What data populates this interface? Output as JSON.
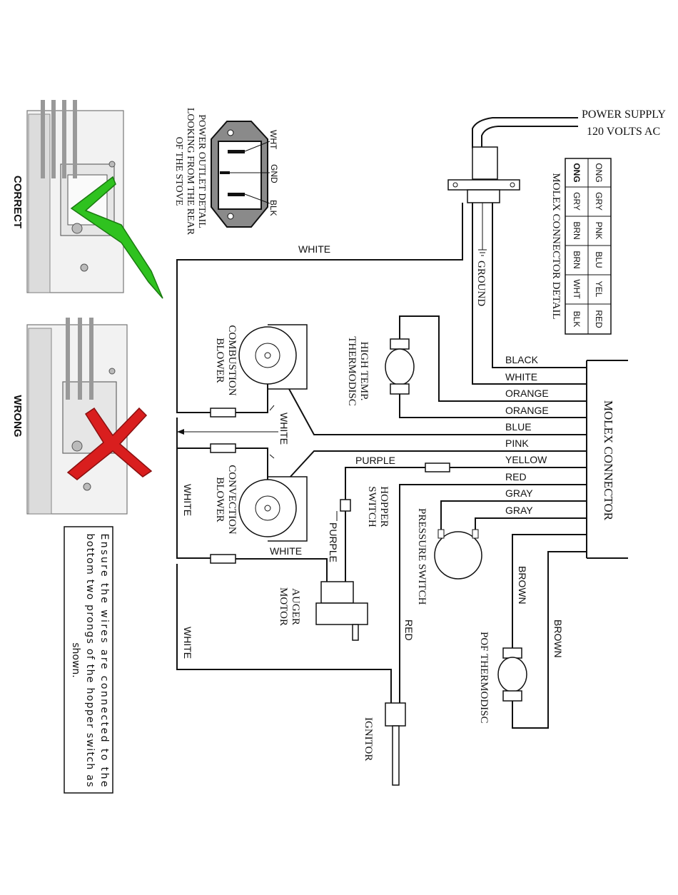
{
  "correct_label": "CORRECT",
  "wrong_label": "WRONG",
  "outlet": {
    "title_line1": "POWER OUTLET DETAIL",
    "title_line2": "LOOKING FROM THE REAR",
    "title_line3": "OF THE STOVE",
    "wht": "WHT",
    "gnd": "GND",
    "blk": "BLK"
  },
  "power_supply": {
    "line1": "POWER SUPPLY",
    "line2": "120 VOLTS AC"
  },
  "molex_detail": {
    "title": "MOLEX CONNECTOR DETAIL",
    "row1": [
      "ONG",
      "GRY",
      "PNK",
      "BLU",
      "YEL",
      "RED"
    ],
    "row2": [
      "ONG",
      "GRY",
      "BRN",
      "BRN",
      "WHT",
      "BLK"
    ]
  },
  "ground_label": "GROUND",
  "molex_connector_label": "MOLEX CONNECTOR",
  "wire_labels": {
    "white_top": "WHITE",
    "black": "BLACK",
    "white": "WHITE",
    "orange1": "ORANGE",
    "orange2": "ORANGE",
    "blue": "BLUE",
    "pink": "PINK",
    "yellow": "YELLOW",
    "red": "RED",
    "gray1": "GRAY",
    "gray2": "GRAY",
    "purple_h": "PURPLE",
    "purple_v": "PURPLE",
    "white_blowers": "WHITE",
    "white_left": "WHITE",
    "white_auger": "WHITE",
    "white_bottom": "WHITE",
    "red_ignitor": "RED",
    "brown1": "BROWN",
    "brown2": "BROWN"
  },
  "components": {
    "high_temp_line1": "HIGH TEMP.",
    "high_temp_line2": "THERMODISC",
    "combustion_line1": "COMBUSTION",
    "combustion_line2": "BLOWER",
    "convection_line1": "CONVECTION",
    "convection_line2": "BLOWER",
    "hopper_line1": "HOPPER",
    "hopper_line2": "SWITCH",
    "pressure_switch": "PRESSURE SWITCH",
    "auger_line1": "AUGER",
    "auger_line2": "MOTOR",
    "pof_thermodisc": "POF THERMODISC",
    "ignitor": "IGNITOR"
  },
  "note": {
    "line1": "Ensure the wires are connected to the",
    "line2": "bottom two prongs of the hopper switch as",
    "line3": "shown."
  },
  "colors": {
    "check": "#2fc21f",
    "cross": "#d91e1e"
  }
}
